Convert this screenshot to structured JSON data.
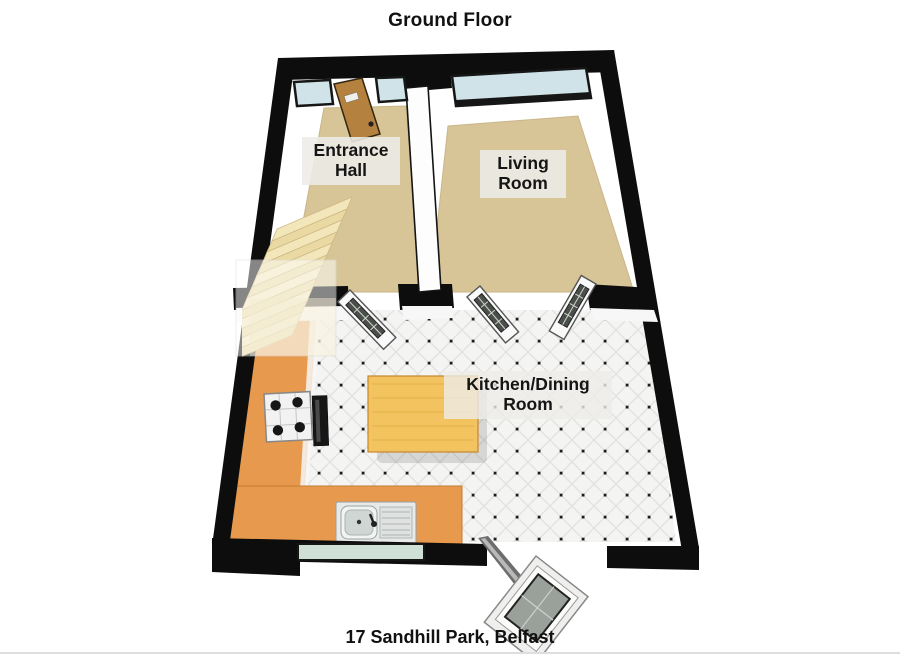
{
  "header": {
    "title": "Ground Floor"
  },
  "footer": {
    "address": "17 Sandhill Park, Belfast"
  },
  "rooms": {
    "entrance_hall": {
      "line1": "Entrance",
      "line2": "Hall"
    },
    "living_room": {
      "line1": "Living",
      "line2": "Room"
    },
    "kitchen_dining": {
      "line1": "Kitchen/Dining",
      "line2": "Room"
    }
  },
  "features": [
    "front-door",
    "entrance-side-windows",
    "staircase",
    "understairs-storage",
    "living-room-window",
    "hall-kitchen-glazed-door",
    "living-kitchen-glazed-double-doors",
    "kitchen-counter",
    "hob",
    "oven",
    "sink-with-drainer",
    "kitchen-table",
    "kitchen-window",
    "open-back-door"
  ],
  "colors": {
    "wall": "#0d0d0d",
    "carpet": "#d7c597",
    "tile_base": "#f4f4f2",
    "tile_dot": "#1c1c1c",
    "counter": "#e79a4d",
    "table": "#f2c35e",
    "stair": "#f2e6ba",
    "glass": "#cfe3e8",
    "kitchen_glass": "#cfe0d6",
    "door_wood": "#b5813f",
    "label_bg": "#edece8",
    "text": "#111111"
  }
}
